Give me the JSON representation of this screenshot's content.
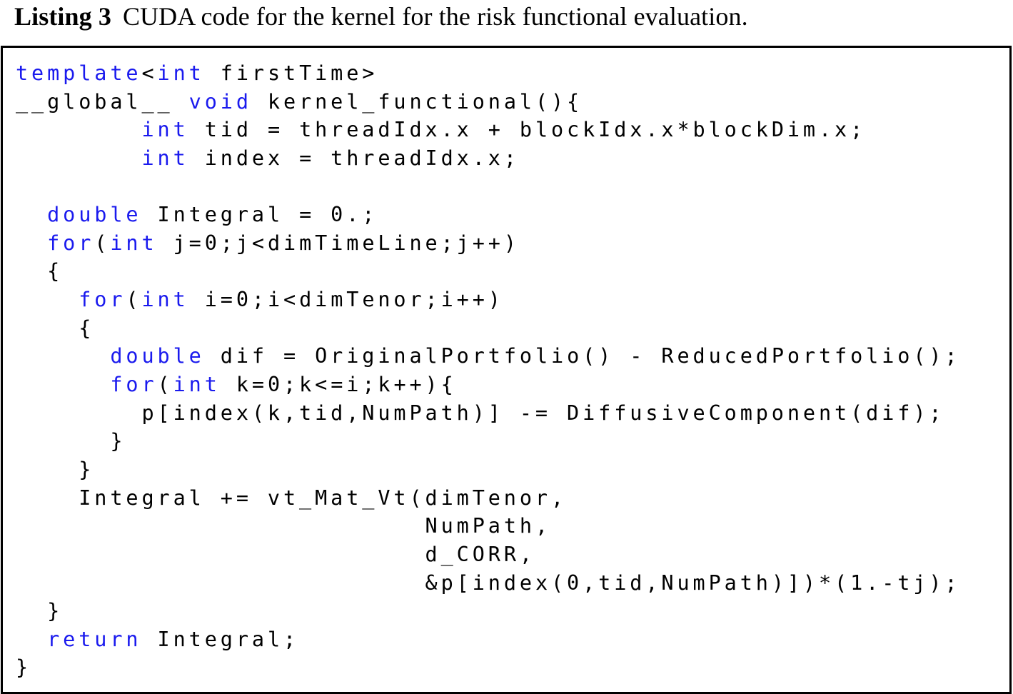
{
  "caption": {
    "label": "Listing 3",
    "text": "CUDA code for the kernel for the risk functional evaluation."
  },
  "colors": {
    "keyword": "#1a1aee",
    "text": "#000000",
    "frame_border": "#000000",
    "background": "#ffffff"
  },
  "code": {
    "language": "CUDA",
    "lines": [
      {
        "indent": "",
        "kw": "template",
        "rest": "<",
        "kw2": "int",
        "rest2": " firstTime>"
      },
      {
        "indent": "",
        "kw": "",
        "rest": "__global__ ",
        "kw2": "void",
        "rest2": " kernel_functional(){"
      },
      {
        "indent": "        ",
        "kw": "int",
        "rest": " tid = threadIdx.x + blockIdx.x*blockDim.x;",
        "kw2": "",
        "rest2": ""
      },
      {
        "indent": "        ",
        "kw": "int",
        "rest": " index = threadIdx.x;",
        "kw2": "",
        "rest2": ""
      },
      {
        "indent": "",
        "kw": "",
        "rest": "",
        "kw2": "",
        "rest2": ""
      },
      {
        "indent": "  ",
        "kw": "double",
        "rest": " Integral = 0.;",
        "kw2": "",
        "rest2": ""
      },
      {
        "indent": "  ",
        "kw": "for",
        "rest": "(",
        "kw2": "int",
        "rest2": " j=0;j<dimTimeLine;j++)"
      },
      {
        "indent": "  ",
        "kw": "",
        "rest": "{",
        "kw2": "",
        "rest2": ""
      },
      {
        "indent": "    ",
        "kw": "for",
        "rest": "(",
        "kw2": "int",
        "rest2": " i=0;i<dimTenor;i++)"
      },
      {
        "indent": "    ",
        "kw": "",
        "rest": "{",
        "kw2": "",
        "rest2": ""
      },
      {
        "indent": "      ",
        "kw": "double",
        "rest": " dif = OriginalPortfolio() - ReducedPortfolio();",
        "kw2": "",
        "rest2": ""
      },
      {
        "indent": "      ",
        "kw": "for",
        "rest": "(",
        "kw2": "int",
        "rest2": " k=0;k<=i;k++){"
      },
      {
        "indent": "        ",
        "kw": "",
        "rest": "p[index(k,tid,NumPath)] -= DiffusiveComponent(dif);",
        "kw2": "",
        "rest2": ""
      },
      {
        "indent": "      ",
        "kw": "",
        "rest": "}",
        "kw2": "",
        "rest2": ""
      },
      {
        "indent": "    ",
        "kw": "",
        "rest": "}",
        "kw2": "",
        "rest2": ""
      },
      {
        "indent": "    ",
        "kw": "",
        "rest": "Integral += vt_Mat_Vt(dimTenor,",
        "kw2": "",
        "rest2": ""
      },
      {
        "indent": "                          ",
        "kw": "",
        "rest": "NumPath,",
        "kw2": "",
        "rest2": ""
      },
      {
        "indent": "                          ",
        "kw": "",
        "rest": "d_CORR,",
        "kw2": "",
        "rest2": ""
      },
      {
        "indent": "                          ",
        "kw": "",
        "rest": "&p[index(0,tid,NumPath)])*(1.-tj);",
        "kw2": "",
        "rest2": ""
      },
      {
        "indent": "  ",
        "kw": "",
        "rest": "}",
        "kw2": "",
        "rest2": ""
      },
      {
        "indent": "  ",
        "kw": "return",
        "rest": " Integral;",
        "kw2": "",
        "rest2": ""
      },
      {
        "indent": "",
        "kw": "",
        "rest": "}",
        "kw2": "",
        "rest2": ""
      }
    ]
  }
}
